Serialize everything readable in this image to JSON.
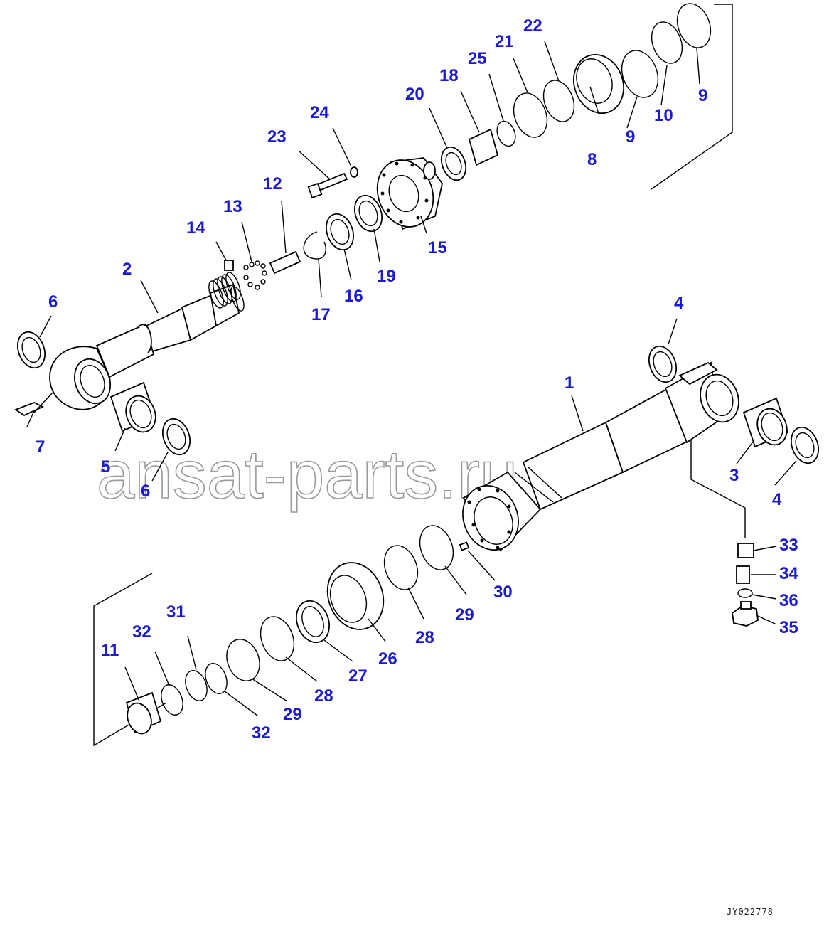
{
  "diagram": {
    "drawing_code": "JY022778",
    "watermark": "ansat-parts.ru",
    "callouts": [
      {
        "id": "c1",
        "text": "1"
      },
      {
        "id": "c2",
        "text": "2"
      },
      {
        "id": "c3",
        "text": "3"
      },
      {
        "id": "c4a",
        "text": "4"
      },
      {
        "id": "c4b",
        "text": "4"
      },
      {
        "id": "c5",
        "text": "5"
      },
      {
        "id": "c6a",
        "text": "6"
      },
      {
        "id": "c6b",
        "text": "6"
      },
      {
        "id": "c7",
        "text": "7"
      },
      {
        "id": "c8",
        "text": "8"
      },
      {
        "id": "c9a",
        "text": "9"
      },
      {
        "id": "c9b",
        "text": "9"
      },
      {
        "id": "c10",
        "text": "10"
      },
      {
        "id": "c11",
        "text": "11"
      },
      {
        "id": "c12",
        "text": "12"
      },
      {
        "id": "c13",
        "text": "13"
      },
      {
        "id": "c14",
        "text": "14"
      },
      {
        "id": "c15",
        "text": "15"
      },
      {
        "id": "c16",
        "text": "16"
      },
      {
        "id": "c17",
        "text": "17"
      },
      {
        "id": "c18",
        "text": "18"
      },
      {
        "id": "c19",
        "text": "19"
      },
      {
        "id": "c20",
        "text": "20"
      },
      {
        "id": "c21",
        "text": "21"
      },
      {
        "id": "c22",
        "text": "22"
      },
      {
        "id": "c23",
        "text": "23"
      },
      {
        "id": "c24",
        "text": "24"
      },
      {
        "id": "c25",
        "text": "25"
      },
      {
        "id": "c26",
        "text": "26"
      },
      {
        "id": "c27",
        "text": "27"
      },
      {
        "id": "c28a",
        "text": "28"
      },
      {
        "id": "c28b",
        "text": "28"
      },
      {
        "id": "c29a",
        "text": "29"
      },
      {
        "id": "c29b",
        "text": "29"
      },
      {
        "id": "c30",
        "text": "30"
      },
      {
        "id": "c31",
        "text": "31"
      },
      {
        "id": "c32a",
        "text": "32"
      },
      {
        "id": "c32b",
        "text": "32"
      },
      {
        "id": "c33",
        "text": "33"
      },
      {
        "id": "c34",
        "text": "34"
      },
      {
        "id": "c35",
        "text": "35"
      },
      {
        "id": "c36",
        "text": "36"
      }
    ]
  }
}
